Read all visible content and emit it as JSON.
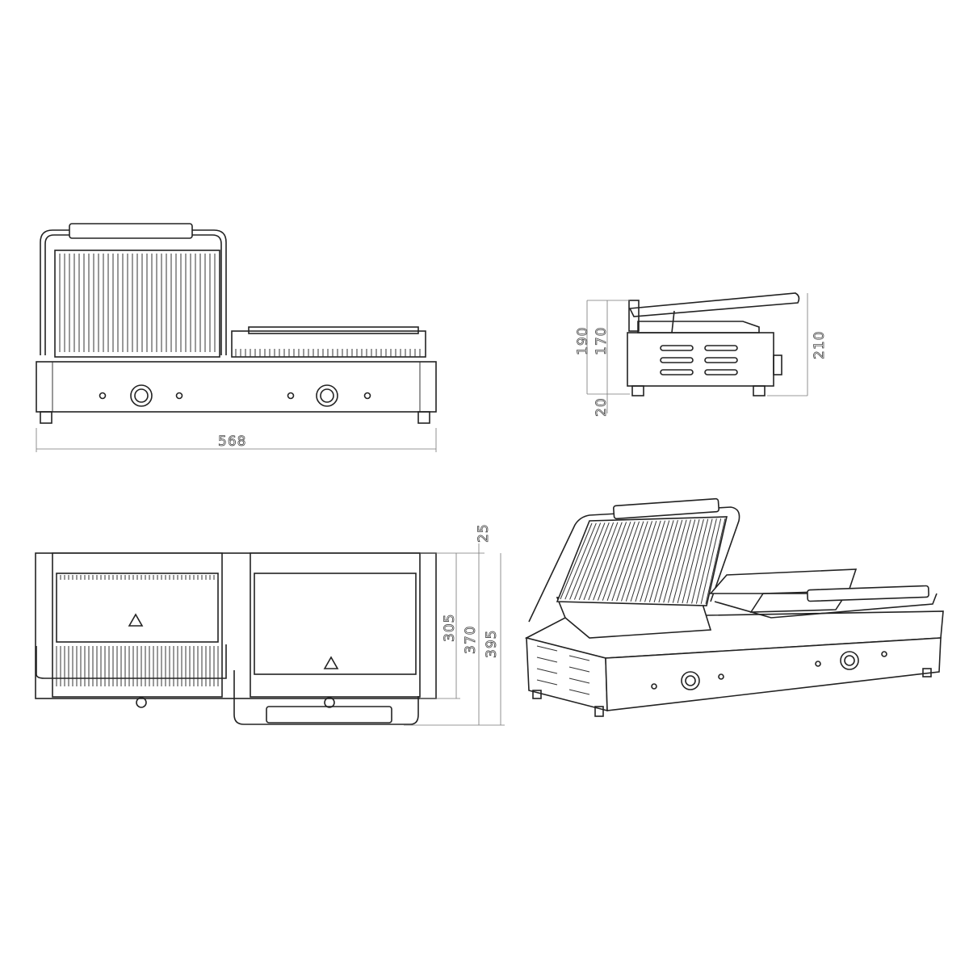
{
  "diagram": {
    "front_view": {
      "width_label": "568"
    },
    "side_view": {
      "height_label": "190",
      "body_height_label": "170",
      "foot_height_label": "20",
      "open_height_label": "210"
    },
    "top_view": {
      "handle_label": "25",
      "plate_depth_label": "305",
      "body_depth_label": "370",
      "total_depth_label": "395"
    },
    "iso_view": {}
  }
}
